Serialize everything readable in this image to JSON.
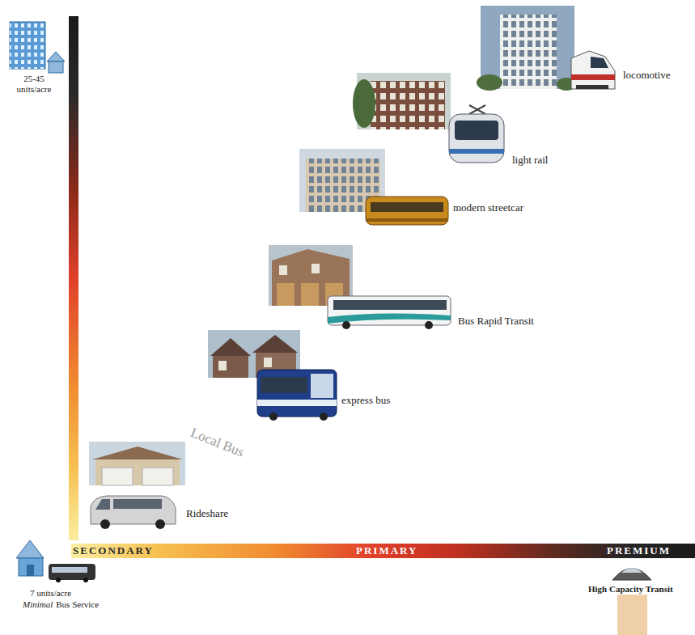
{
  "diagram": {
    "nodes": [
      {
        "text": [
          "SECONDARY",
          "PRIMARY",
          "PREMIUM"
        ]
      }
    ],
    "labels": [
      "25-45 units/acre",
      "locomotive",
      "light rail",
      "modern streetcar",
      "Bus Rapid Transit",
      "express bus",
      "Local Bus",
      "Rideshare",
      "7 units/acre",
      "Minimal",
      "Bus Service",
      "High Capacity Transit"
    ]
  }
}
